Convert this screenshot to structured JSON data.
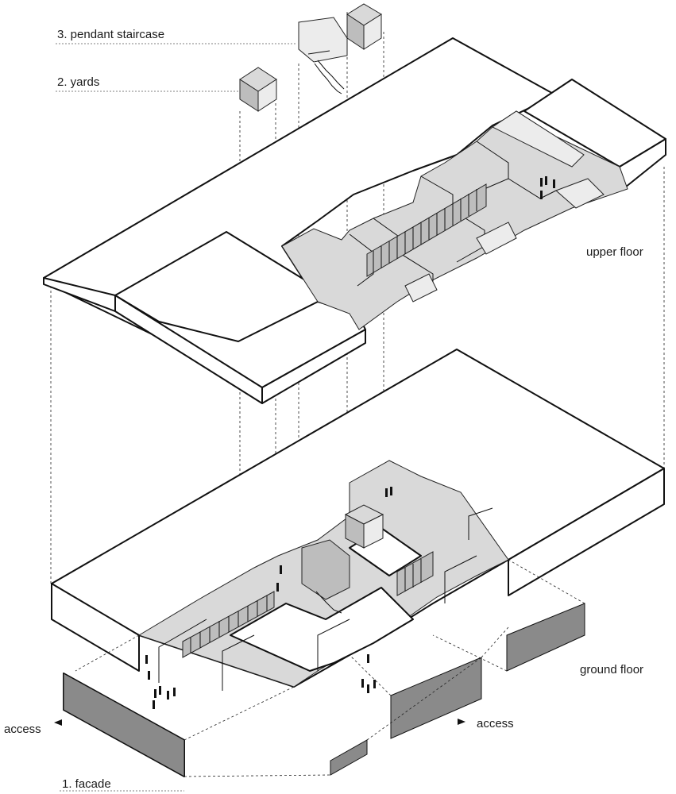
{
  "labels": {
    "staircase": "3. pendant staircase",
    "yards": "2. yards",
    "upper_floor": "upper floor",
    "ground_floor": "ground floor",
    "access_left": "access",
    "access_right": "access",
    "facade": "1. facade"
  },
  "colors": {
    "line": "#111111",
    "room_fill": "#d9d9d9",
    "room_fill_light": "#ececec",
    "wall_fill": "#bdbdbd",
    "background": "#ffffff"
  }
}
